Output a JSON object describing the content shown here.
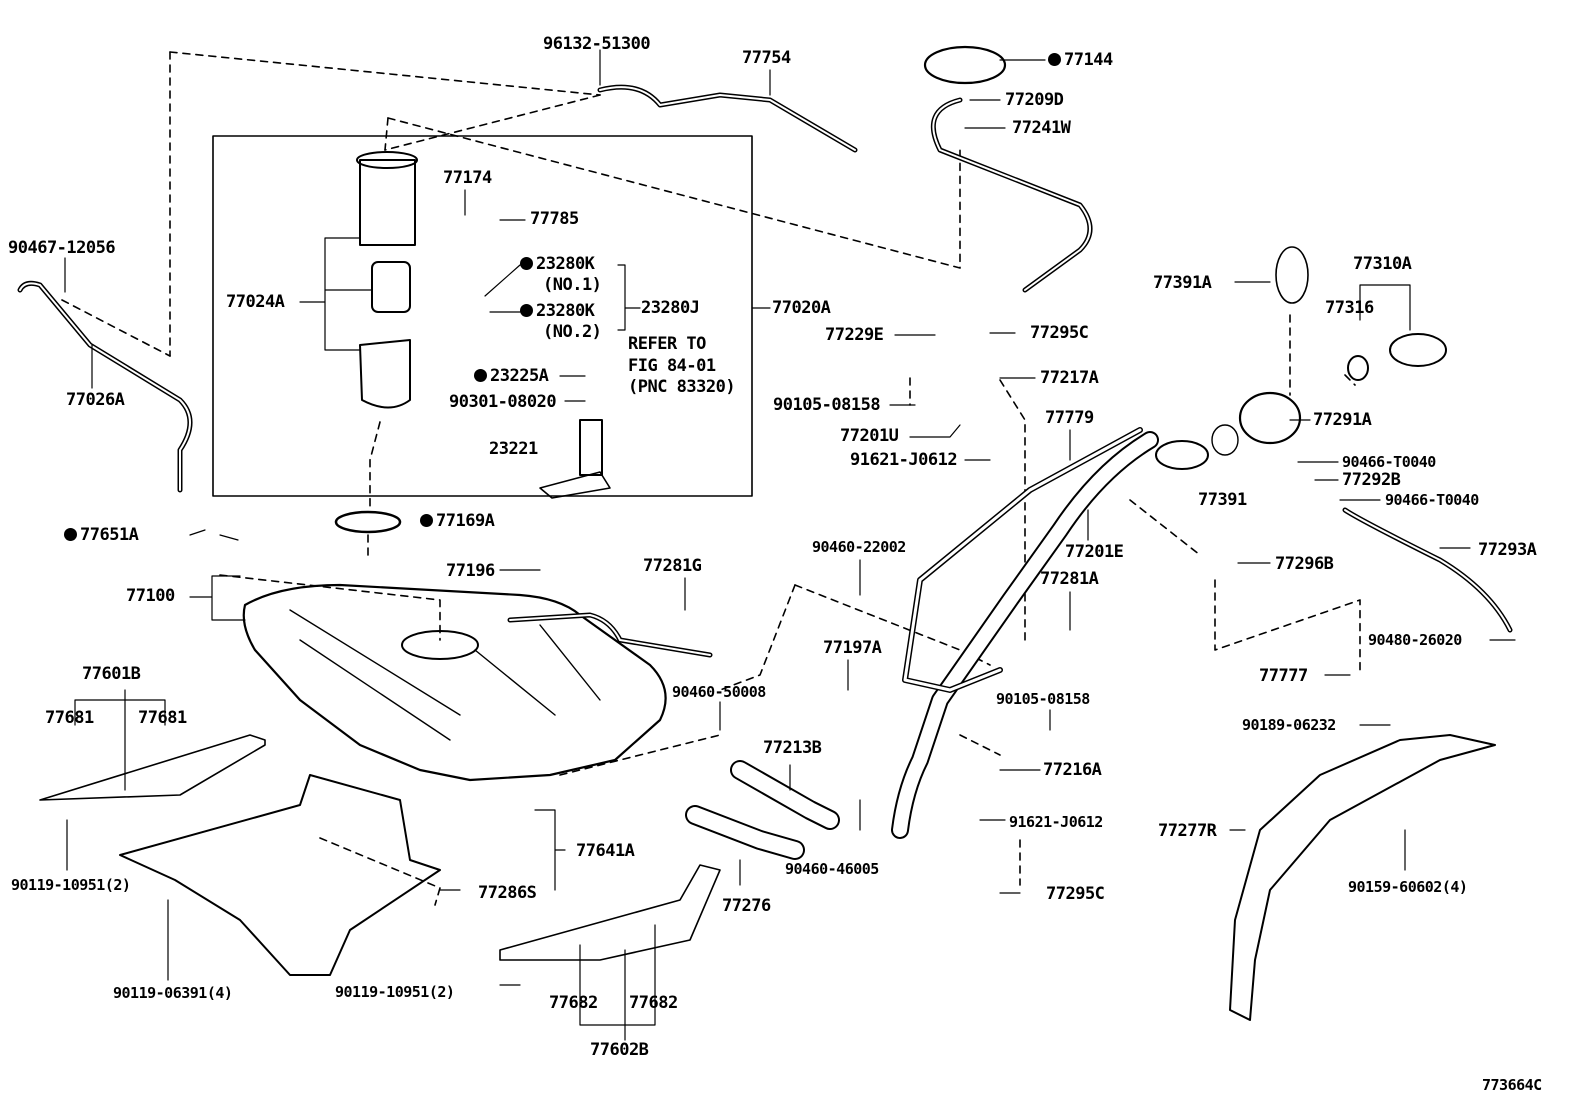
{
  "diagram_id": "773664C",
  "labels": {
    "l96132": "96132-51300",
    "l77754": "77754",
    "l77144": "77144",
    "l77209D": "77209D",
    "l77241W": "77241W",
    "l90467": "90467-12056",
    "l77026A": "77026A",
    "l77174": "77174",
    "l77785": "77785",
    "l23280K1": "23280K",
    "no1": "(NO.1)",
    "l23280K2": "23280K",
    "no2": "(NO.2)",
    "l23280J": "23280J",
    "l77024A": "77024A",
    "l77020A": "77020A",
    "refer": "REFER TO",
    "fig": "FIG 84-01",
    "pnc": "(PNC 83320)",
    "l23225A": "23225A",
    "l90301": "90301-08020",
    "l23221": "23221",
    "l77169A": "77169A",
    "l77651A": "77651A",
    "l77100": "77100",
    "l77196": "77196",
    "l77281G": "77281G",
    "l77391A": "77391A",
    "l77310A": "77310A",
    "l77316": "77316",
    "l77229E": "77229E",
    "l77295C": "77295C",
    "l77217A": "77217A",
    "l90105a": "90105-08158",
    "l77201U": "77201U",
    "l91621a": "91621-J0612",
    "l77779": "77779",
    "l77291A": "77291A",
    "l77391": "77391",
    "l90466a": "90466-T0040",
    "l77292B": "77292B",
    "l90466b": "90466-T0040",
    "l90460a": "90460-22002",
    "l77201E": "77201E",
    "l77296B": "77296B",
    "l77293A": "77293A",
    "l77281A": "77281A",
    "l77197A": "77197A",
    "l90480": "90480-26020",
    "l77777": "77777",
    "l77601B": "77601B",
    "l77681a": "77681",
    "l77681b": "77681",
    "l90460b": "90460-50008",
    "l90105b": "90105-08158",
    "l90189": "90189-06232",
    "l77213B": "77213B",
    "l77216A": "77216A",
    "l77641A": "77641A",
    "l91621b": "91621-J0612",
    "l77277R": "77277R",
    "l90119a": "90119-10951(2)",
    "l77286S": "77286S",
    "l90460c": "90460-46005",
    "l77276": "77276",
    "l90159": "90159-60602(4)",
    "l77295C2": "77295C",
    "l90119b": "90119-06391(4)",
    "l90119c": "90119-10951(2)",
    "l77682a": "77682",
    "l77682b": "77682",
    "l77602B": "77602B"
  }
}
